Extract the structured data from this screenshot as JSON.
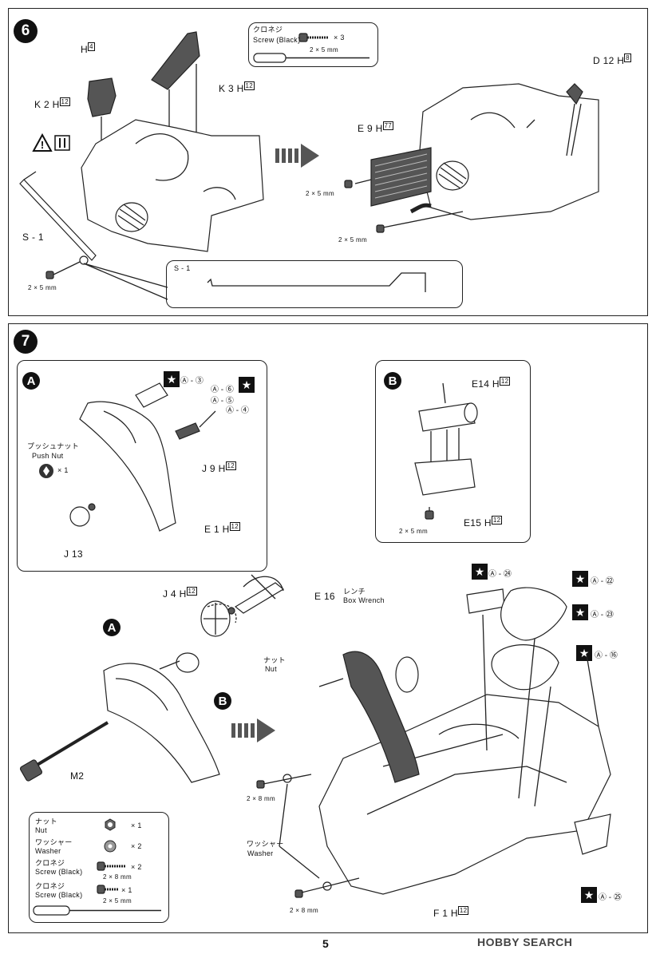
{
  "step6": {
    "number": "6",
    "parts": {
      "h4": "H",
      "h4_num": "4",
      "k2": "K 2",
      "k2_h": "H",
      "k2_num": "12",
      "k3": "K 3",
      "k3_h": "H",
      "k3_num": "12",
      "s1": "S - 1",
      "e9": "E 9",
      "e9_h": "H",
      "e9_num": "77",
      "d12": "D 12",
      "d12_h": "H",
      "d12_num": "8"
    },
    "screw_box": {
      "jp": "クロネジ",
      "en": "Screw (Black)",
      "qty": "× 3",
      "size": "2 × 5 mm"
    },
    "screw_labels": [
      "2 × 5 mm",
      "2 × 5 mm",
      "2 × 5 mm"
    ],
    "inset_label": "S - 1",
    "warning_icon": "warning-triangle"
  },
  "step7": {
    "number": "7",
    "subA": {
      "letter": "A",
      "refs": [
        "Ⓐ - ③",
        "Ⓐ - ⑥",
        "Ⓐ - ⑤",
        "Ⓐ - ④"
      ],
      "push_nut_jp": "プッシュナット",
      "push_nut_en": "Push Nut",
      "push_nut_qty": "× 1",
      "j9": "J 9",
      "j9_h": "H",
      "j9_num": "12",
      "e1": "E 1",
      "e1_h": "H",
      "e1_num": "12",
      "j13": "J 13"
    },
    "subB": {
      "letter": "B",
      "e14": "E14",
      "e14_h": "H",
      "e14_num": "12",
      "e15": "E15",
      "e15_h": "H",
      "e15_num": "12",
      "screw": "2 × 5 mm"
    },
    "main": {
      "a_badge": "A",
      "b_badge": "B",
      "j4": "J 4",
      "j4_h": "H",
      "j4_num": "12",
      "e16": "E 16",
      "e16_jp": "レンチ",
      "e16_en": "Box Wrench",
      "nut_jp": "ナット",
      "nut_en": "Nut",
      "m2": "M2",
      "f1": "F 1",
      "f1_h": "H",
      "f1_num": "12",
      "washer_jp": "ワッシャー",
      "washer_en": "Washer",
      "screw1": "2 × 8 mm",
      "screw2": "2 × 8 mm",
      "refs": [
        "Ⓐ - ㉔",
        "Ⓐ - ㉒",
        "Ⓐ - ㉓",
        "Ⓐ - ⑯",
        "Ⓐ - ㉕"
      ]
    },
    "legend": [
      {
        "jp": "ナット",
        "en": "Nut",
        "qty": "× 1",
        "icon": "hex-nut-icon"
      },
      {
        "jp": "ワッシャー",
        "en": "Washer",
        "qty": "× 2",
        "icon": "washer-icon"
      },
      {
        "jp": "クロネジ",
        "en": "Screw (Black)",
        "qty": "× 2",
        "size": "2 × 8 mm",
        "icon": "screw-icon"
      },
      {
        "jp": "クロネジ",
        "en": "Screw (Black)",
        "qty": "× 1",
        "size": "2 × 5 mm",
        "icon": "screw-icon"
      }
    ]
  },
  "page_number": "5",
  "watermark": "HOBBY SEARCH"
}
